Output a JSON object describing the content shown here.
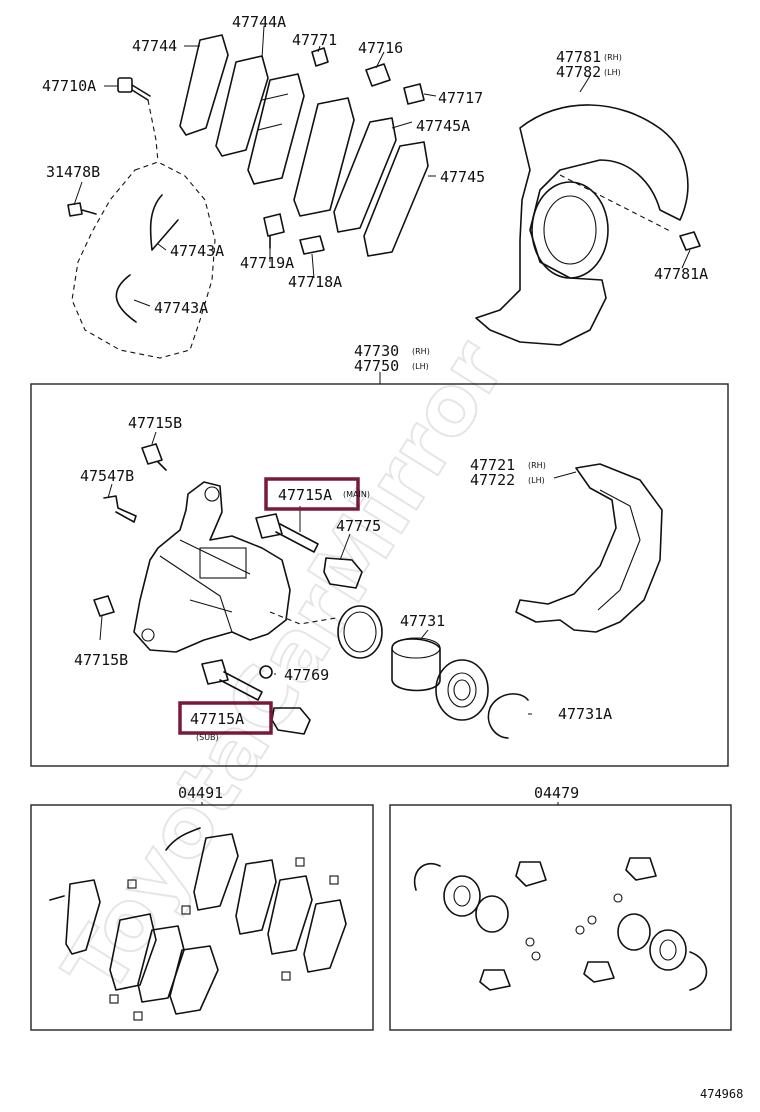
{
  "highlight_color": "#7a1a3a",
  "labels": {
    "p47744": "47744",
    "p47744A": "47744A",
    "p47771": "47771",
    "p47716": "47716",
    "p47710A": "47710A",
    "p47717": "47717",
    "p47745A": "47745A",
    "p47745": "47745",
    "p31478B": "31478B",
    "p47743A_1": "47743A",
    "p47743A_2": "47743A",
    "p47719A": "47719A",
    "p47718A": "47718A",
    "p47781": "47781",
    "p47782": "47782",
    "p47781A": "47781A",
    "p47730": "47730",
    "p47750": "47750",
    "p47715B_1": "47715B",
    "p47547B": "47547B",
    "p47715A_main": "47715A",
    "p47775": "47775",
    "p47721": "47721",
    "p47722": "47722",
    "p47715B_2": "47715B",
    "p47731": "47731",
    "p47769": "47769",
    "p47715A_sub": "47715A",
    "p47731A": "47731A",
    "p04491": "04491",
    "p04479": "04479",
    "ref": "474968"
  },
  "suffix": {
    "rh": "(RH)",
    "lh": "(LH)",
    "main": "(MAIN)",
    "sub": "(SUB)"
  },
  "watermark": "ToyotaCarMirror"
}
